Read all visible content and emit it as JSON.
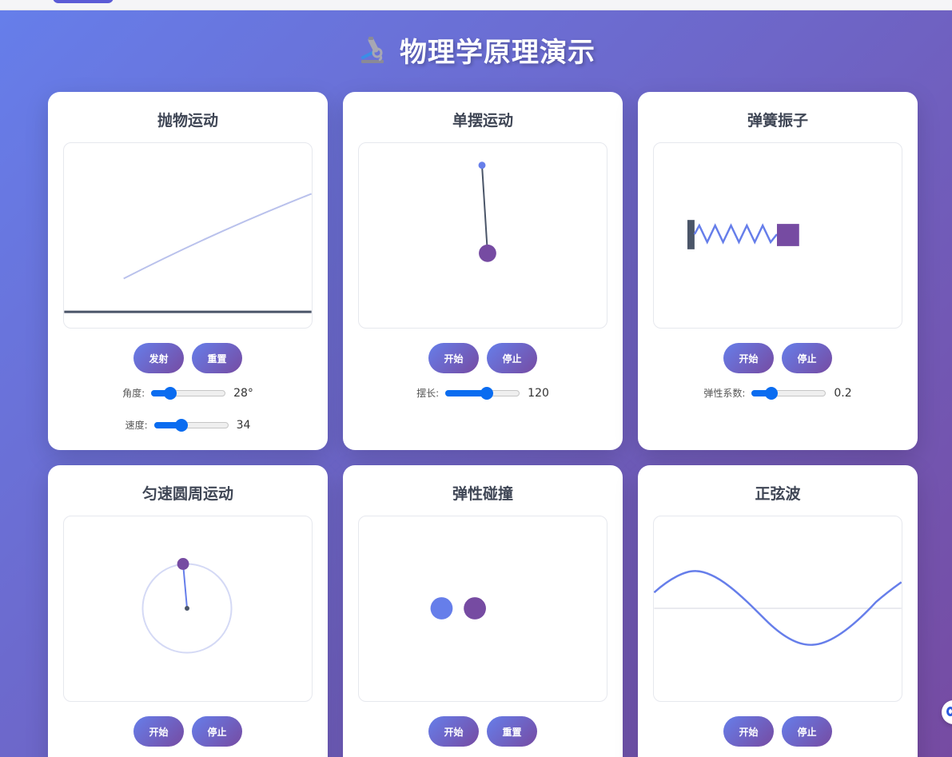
{
  "header": {
    "icon": "microscope-icon",
    "title": "物理学原理演示"
  },
  "colors": {
    "gradient_start": "#667eea",
    "gradient_end": "#764ba2",
    "slider_accent": "#0a6cf0",
    "title_text": "#3f4655"
  },
  "cards": [
    {
      "title": "抛物运动",
      "buttons": [
        "发射",
        "重置"
      ],
      "controls": [
        {
          "label": "角度:",
          "value": "28°",
          "percent": 28
        },
        {
          "label": "速度:",
          "value": "34",
          "percent": 38
        }
      ]
    },
    {
      "title": "单摆运动",
      "buttons": [
        "开始",
        "停止"
      ],
      "controls": [
        {
          "label": "摆长:",
          "value": "120",
          "percent": 55
        }
      ]
    },
    {
      "title": "弹簧振子",
      "buttons": [
        "开始",
        "停止"
      ],
      "controls": [
        {
          "label": "弹性系数:",
          "value": "0.2",
          "percent": 26
        }
      ]
    },
    {
      "title": "匀速圆周运动",
      "buttons": [
        "开始",
        "停止"
      ]
    },
    {
      "title": "弹性碰撞",
      "buttons": [
        "开始",
        "重置"
      ]
    },
    {
      "title": "正弦波",
      "buttons": [
        "开始",
        "停止"
      ]
    }
  ]
}
